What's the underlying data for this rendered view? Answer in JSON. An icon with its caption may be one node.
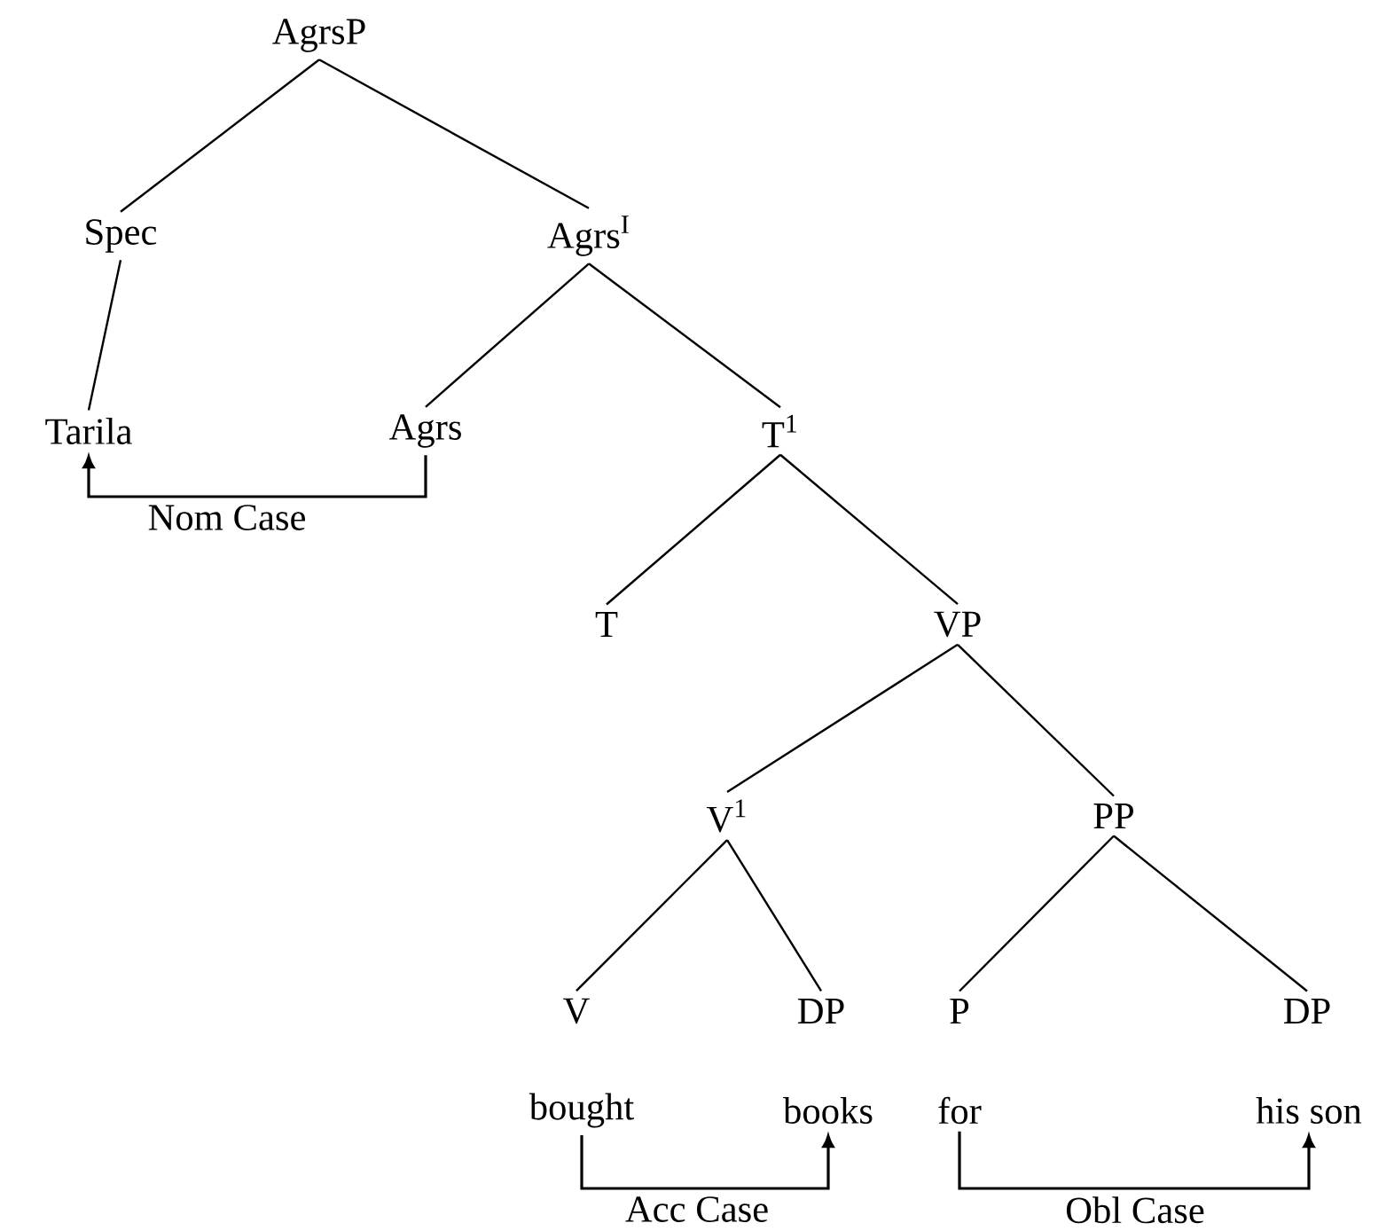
{
  "diagram": {
    "nodes": [
      {
        "text": [
          "AgrsP"
        ]
      },
      {
        "text": [
          "Spec"
        ]
      },
      {
        "text": [
          "Agrs$^{I}$"
        ]
      },
      {
        "text": [
          "Tarila"
        ]
      },
      {
        "text": [
          "Agrs"
        ]
      },
      {
        "text": [
          "T$^{1}$"
        ]
      },
      {
        "text": [
          "T"
        ]
      },
      {
        "text": [
          "VP"
        ]
      },
      {
        "text": [
          "V$^{1}$"
        ]
      },
      {
        "text": [
          "PP"
        ]
      },
      {
        "text": [
          "V"
        ]
      },
      {
        "text": [
          "DP"
        ]
      },
      {
        "text": [
          "P"
        ]
      },
      {
        "text": [
          "DP"
        ]
      },
      {
        "text": [
          "bought"
        ]
      },
      {
        "text": [
          "books"
        ]
      },
      {
        "text": [
          "for"
        ]
      },
      {
        "text": [
          "his son"
        ]
      }
    ],
    "edges": [
      {
        "from": 0,
        "to": 1,
        "arrow": "none"
      },
      {
        "from": 0,
        "to": 2,
        "arrow": "none"
      },
      {
        "from": 1,
        "to": 3,
        "arrow": "none"
      },
      {
        "from": 2,
        "to": 4,
        "arrow": "none"
      },
      {
        "from": 2,
        "to": 5,
        "arrow": "none"
      },
      {
        "from": 5,
        "to": 6,
        "arrow": "none"
      },
      {
        "from": 5,
        "to": 7,
        "arrow": "none"
      },
      {
        "from": 7,
        "to": 8,
        "arrow": "none"
      },
      {
        "from": 7,
        "to": 9,
        "arrow": "none"
      },
      {
        "from": 8,
        "to": 10,
        "arrow": "none"
      },
      {
        "from": 8,
        "to": 11,
        "arrow": "none"
      },
      {
        "from": 9,
        "to": 12,
        "arrow": "none"
      },
      {
        "from": 9,
        "to": 13,
        "arrow": "none"
      },
      {
        "from": 4,
        "to": 3,
        "arrow": "to",
        "label": "Nom Case"
      },
      {
        "from": 14,
        "to": 15,
        "arrow": "to",
        "label": "Acc Case"
      },
      {
        "from": 16,
        "to": 17,
        "arrow": "to",
        "label": "Obl Case"
      }
    ]
  }
}
